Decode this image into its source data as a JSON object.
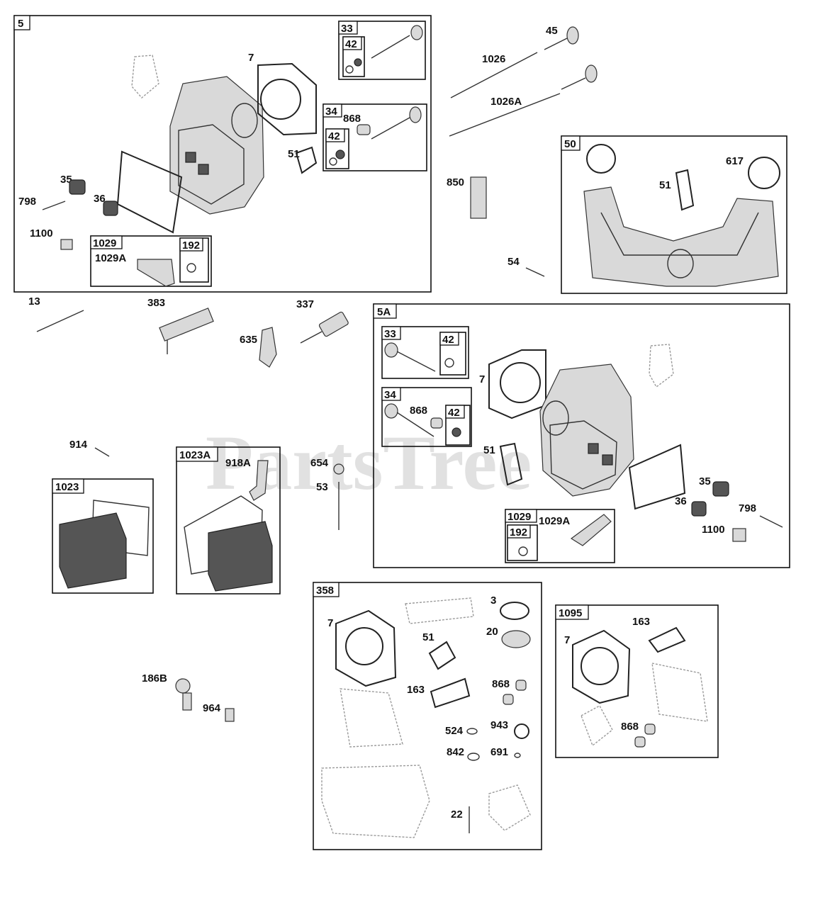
{
  "watermark": "PartsTree",
  "sections": {
    "s5": {
      "tag": "5",
      "sub33": "33",
      "sub42a": "42",
      "sub34": "34",
      "sub42b": "42",
      "sub1029": "1029",
      "sub192": "192"
    },
    "s50": {
      "tag": "50"
    },
    "s5a": {
      "tag": "5A",
      "sub33": "33",
      "sub42a": "42",
      "sub34": "34",
      "sub42b": "42",
      "sub1029": "1029",
      "sub192": "192"
    },
    "s1023": {
      "tag": "1023"
    },
    "s1023a": {
      "tag": "1023A"
    },
    "s358": {
      "tag": "358"
    },
    "s1095": {
      "tag": "1095"
    }
  },
  "labels": {
    "l7_a": "7",
    "l868_a": "868",
    "l51_a": "51",
    "l35_a": "35",
    "l798_a": "798",
    "l36_a": "36",
    "l1100_a": "1100",
    "l1029A_a": "1029A",
    "l45": "45",
    "l1026": "1026",
    "l1026A": "1026A",
    "l850": "850",
    "l54": "54",
    "l51_b": "51",
    "l617": "617",
    "l13": "13",
    "l383": "383",
    "l337": "337",
    "l635": "635",
    "l7_c": "7",
    "l868_c": "868",
    "l51_c": "51",
    "l1029A_c": "1029A",
    "l35_c": "35",
    "l36_c": "36",
    "l798_c": "798",
    "l1100_c": "1100",
    "l914": "914",
    "l918A": "918A",
    "l654": "654",
    "l53": "53",
    "l186B": "186B",
    "l964": "964",
    "l3": "3",
    "l20": "20",
    "l7_d": "7",
    "l51_d": "51",
    "l163_d": "163",
    "l868_d": "868",
    "l524": "524",
    "l943": "943",
    "l842": "842",
    "l691": "691",
    "l22": "22",
    "l163_e": "163",
    "l7_e": "7",
    "l868_e": "868"
  }
}
